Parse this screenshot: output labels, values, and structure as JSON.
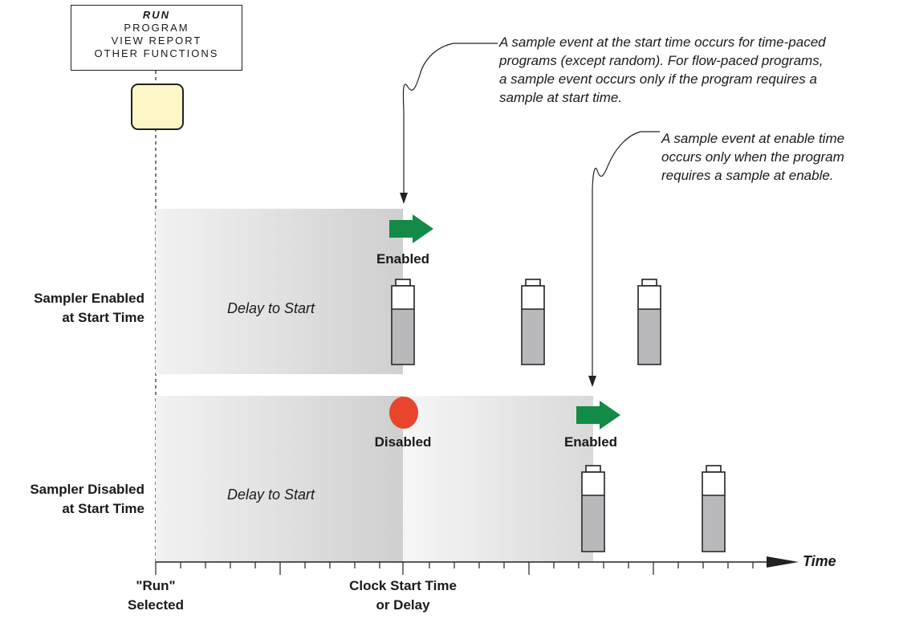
{
  "menu": {
    "run": "RUN",
    "program": "PROGRAM",
    "view_report": "VIEW REPORT",
    "other_functions": "OTHER FUNCTIONS"
  },
  "enter_key_icon": "enter-return-arrow",
  "notes": {
    "start_time": [
      "A sample event at the start time occurs for time-paced",
      "programs (except random). For flow-paced programs,",
      "a sample event occurs only if the program requires a",
      "sample at start time."
    ],
    "enable_time": [
      "A sample event at enable time",
      "occurs only when the program",
      "requires a sample at enable."
    ]
  },
  "rows": {
    "enabled": {
      "label_line1": "Sampler Enabled",
      "label_line2": "at Start Time",
      "delay": "Delay to Start",
      "state": "Enabled"
    },
    "disabled": {
      "label_line1": "Sampler Disabled",
      "label_line2": "at Start Time",
      "delay": "Delay to Start",
      "state_disabled": "Disabled",
      "state_enabled": "Enabled"
    }
  },
  "axis": {
    "time_label": "Time",
    "run_line1": "\"Run\"",
    "run_line2": "Selected",
    "clock_line1": "Clock Start Time",
    "clock_line2": "or Delay"
  },
  "colors": {
    "enabled_arrow": "#138a46",
    "disabled_dot": "#e8452c",
    "enter_key_fill": "#fdf6c6",
    "bottle_fill": "#b9b9bb"
  }
}
